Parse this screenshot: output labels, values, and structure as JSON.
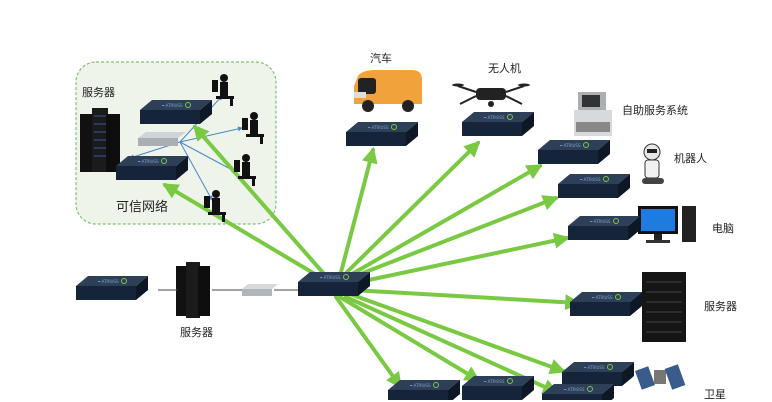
{
  "trusted_network": {
    "title": "可信网络",
    "server_label": "服务器"
  },
  "devices": {
    "car": "汽车",
    "drone": "无人机",
    "kiosk": "自助服务系统",
    "robot": "机器人",
    "computer": "电脑",
    "server_right": "服务器",
    "satellite": "卫星",
    "server_bottom": "服务器"
  },
  "colors": {
    "link": "#7ac943",
    "cloud_border": "#7dc36b",
    "cloud_fill": "#eef4ea",
    "device": "#1a2a40",
    "blue_link": "#4a86c8"
  }
}
